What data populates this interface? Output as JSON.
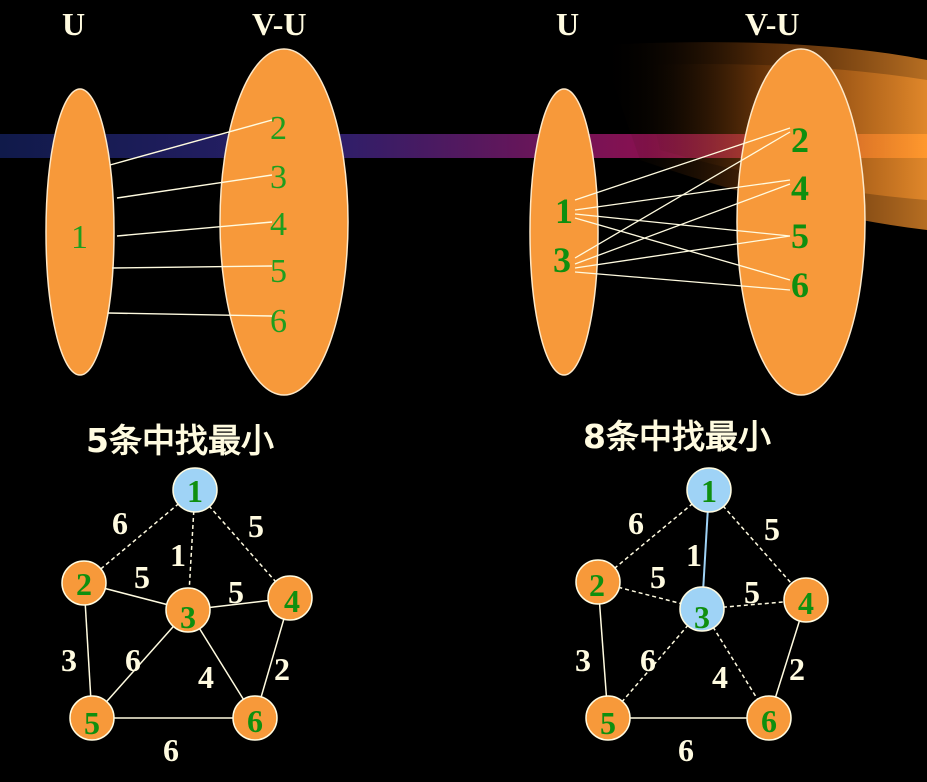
{
  "panel_left": {
    "u_label": "U",
    "vu_label": "V-U",
    "u_nodes": [
      "1"
    ],
    "vu_nodes": [
      "2",
      "3",
      "4",
      "5",
      "6"
    ],
    "caption": "5条中找最小"
  },
  "panel_right": {
    "u_label": "U",
    "vu_label": "V-U",
    "u_nodes": [
      "1",
      "3"
    ],
    "vu_nodes": [
      "2",
      "4",
      "5",
      "6"
    ],
    "caption": "8条中找最小"
  },
  "graph_left": {
    "nodes": [
      "1",
      "2",
      "3",
      "4",
      "5",
      "6"
    ],
    "weights": {
      "e12": "6",
      "e14": "5",
      "e13": "1",
      "e23": "5",
      "e34": "5",
      "e25": "3",
      "e35": "6",
      "e36": "4",
      "e46": "2",
      "e56": "6"
    }
  },
  "graph_right": {
    "nodes": [
      "1",
      "2",
      "3",
      "4",
      "5",
      "6"
    ],
    "weights": {
      "e12": "6",
      "e14": "5",
      "e13": "1",
      "e23": "5",
      "e34": "5",
      "e25": "3",
      "e35": "6",
      "e36": "4",
      "e46": "2",
      "e56": "6"
    }
  },
  "colors": {
    "ellipse": "#f7993a",
    "tree_node": "#9fd3f6",
    "label_green": "#1e9e1e",
    "text_cream": "#fffbe0"
  }
}
